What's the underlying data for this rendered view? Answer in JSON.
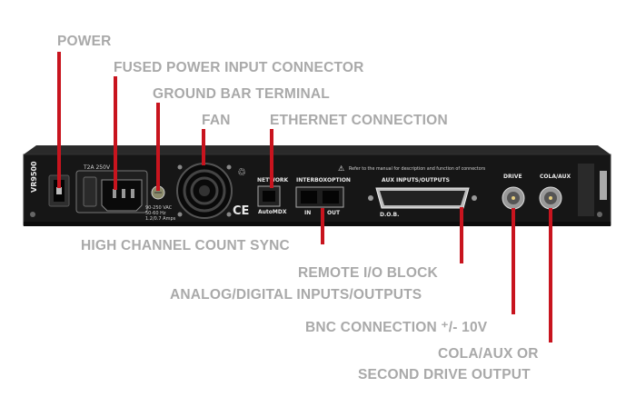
{
  "device": {
    "model_label": "VR9500",
    "fuse_rating": "T2A 250V",
    "voltage_label": [
      "90-250 VAC",
      "50-60 Hz",
      "1.2/0.7 Amps"
    ],
    "port_labels": {
      "network": "NETWORK",
      "automdx": "AutoMDX",
      "interbox": "INTERBOX",
      "option": "OPTION",
      "in": "IN",
      "out": "OUT",
      "aux": "AUX INPUTS/OUTPUTS",
      "dob": "D.O.B.",
      "drive": "DRIVE",
      "cola_aux": "COLA/AUX",
      "manual_note": "Refer to the manual for description and function of connectors"
    }
  },
  "callouts": {
    "power": "POWER",
    "fused_power": "FUSED POWER INPUT CONNECTOR",
    "ground_bar": "GROUND BAR TERMINAL",
    "fan": "FAN",
    "ethernet": "ETHERNET CONNECTION",
    "sync": "HIGH CHANNEL COUNT SYNC",
    "remote_io_1": "REMOTE I/O BLOCK",
    "remote_io_2": "ANALOG/DIGITAL INPUTS/OUTPUTS",
    "bnc": "BNC CONNECTION ⁺/- 10V",
    "cola_1": "COLA/AUX OR",
    "cola_2": "SECOND DRIVE OUTPUT"
  },
  "colors": {
    "leader": "#c8141e",
    "callout_text": "#a9a9a9",
    "chassis": "#1b1b1b"
  }
}
